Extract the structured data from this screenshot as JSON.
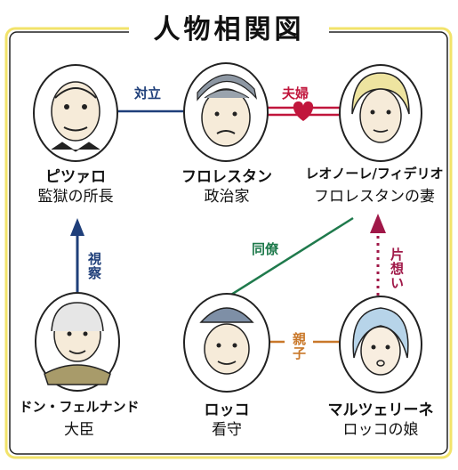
{
  "title": "人物相関図",
  "characters": {
    "pizarro": {
      "name": "ピツァロ",
      "role": "監獄の所長"
    },
    "florestan": {
      "name": "フロレスタン",
      "role": "政治家"
    },
    "leonore": {
      "name": "レオノーレ/フィデリオ",
      "role": "フロレスタンの妻"
    },
    "fernando": {
      "name": "ドン・フェルナンド",
      "role": "大臣"
    },
    "rocco": {
      "name": "ロッコ",
      "role": "看守"
    },
    "marzelline": {
      "name": "マルツェリーネ",
      "role": "ロッコの娘"
    }
  },
  "relations": {
    "opposition": "対立",
    "married": "夫婦",
    "colleague": "同僚",
    "inspects": "視察",
    "unrequited": "片想い",
    "parent_child": "親子"
  },
  "colors": {
    "frame": "#f2e36a",
    "navy": "#1f3f7a",
    "red": "#c1163c",
    "green": "#1f7a4c",
    "orange": "#c9782a",
    "maroon": "#a01848"
  }
}
